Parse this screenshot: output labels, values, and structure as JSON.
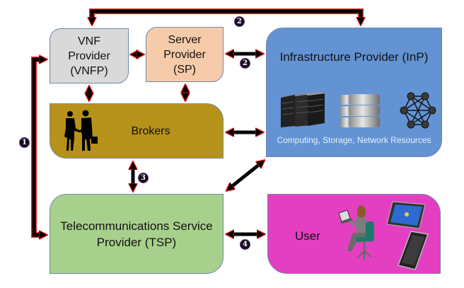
{
  "diagram": {
    "nodes": {
      "vnfp": {
        "label_lines": [
          "VNF",
          "Provider",
          "(VNFP)"
        ],
        "color": "#d9d9d9"
      },
      "sp": {
        "label_lines": [
          "Server",
          "Provider",
          "(SP)"
        ],
        "color": "#f6cbaa"
      },
      "inp": {
        "label": "Infrastructure Provider (InP)",
        "sublabel": "Computing, Storage, Network Resources",
        "color": "#6393d3",
        "icons": [
          "server-rack-icon",
          "storage-database-icon",
          "network-mesh-icon"
        ]
      },
      "brokers": {
        "label": "Brokers",
        "color": "#b7921a",
        "icons": [
          "handshake-people-icon"
        ]
      },
      "tsp": {
        "label_lines": [
          "Telecommunications Service",
          "Provider (TSP)"
        ],
        "color": "#a8d08d"
      },
      "user": {
        "label": "User",
        "color": "#e43fc1",
        "icons": [
          "person-laptop-icon",
          "tablet-icon",
          "smartphone-icon"
        ]
      }
    },
    "badges": {
      "b1": "1",
      "b2a": "2",
      "b2b": "2",
      "b3": "3",
      "b4": "4"
    },
    "edges": [
      {
        "from": "tsp",
        "to": "vnfp",
        "badge": "1"
      },
      {
        "from": "vnfp",
        "to": "inp",
        "badge": "2",
        "route": "top"
      },
      {
        "from": "sp",
        "to": "inp",
        "badge": "2"
      },
      {
        "from": "vnfp",
        "to": "sp"
      },
      {
        "from": "vnfp",
        "to": "brokers"
      },
      {
        "from": "sp",
        "to": "brokers"
      },
      {
        "from": "brokers",
        "to": "inp"
      },
      {
        "from": "brokers",
        "to": "tsp",
        "badge": "3"
      },
      {
        "from": "tsp",
        "to": "inp"
      },
      {
        "from": "tsp",
        "to": "user",
        "badge": "4"
      }
    ],
    "arrow_color": "#000000",
    "arrow_outline": "#e8231f"
  }
}
